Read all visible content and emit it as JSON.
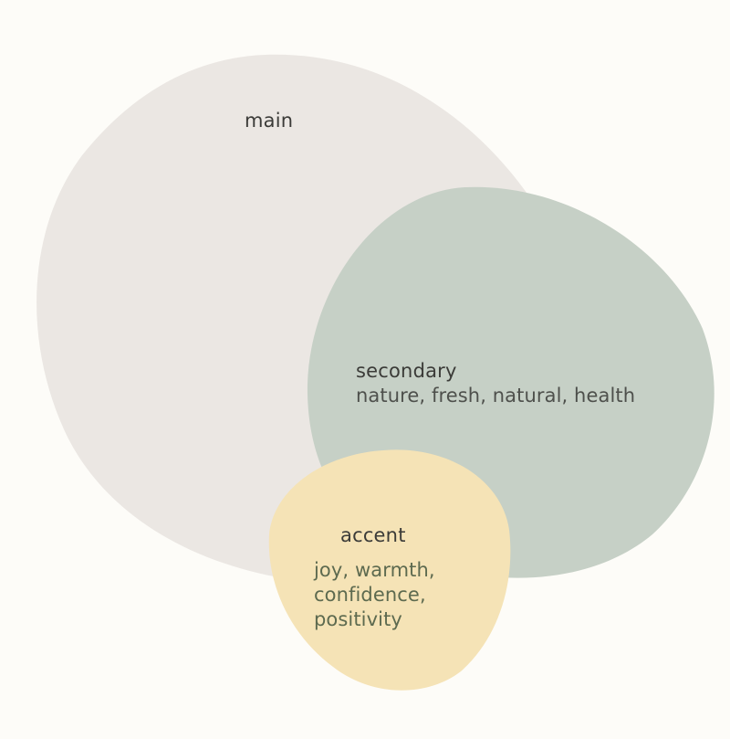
{
  "colors": {
    "background": "#fdfcf8",
    "main": "#ebe7e3",
    "secondary": "#c6d0c6",
    "accent": "#f5e3b6"
  },
  "groups": {
    "main": {
      "title": "main"
    },
    "secondary": {
      "title": "secondary",
      "description": "nature, fresh, natural, health"
    },
    "accent": {
      "title": "accent",
      "description_lines": [
        "joy, warmth,",
        "confidence,",
        "positivity"
      ]
    }
  }
}
